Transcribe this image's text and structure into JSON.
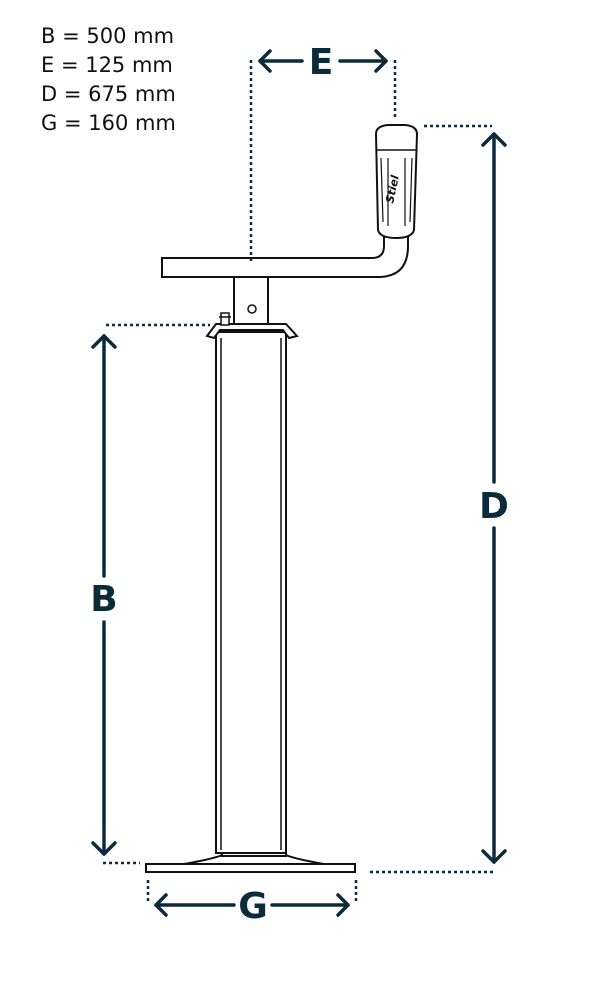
{
  "colors": {
    "dimension": "#0b2b3a",
    "outline": "#111111",
    "background": "#ffffff"
  },
  "legend": [
    {
      "key": "B",
      "value": "500",
      "unit": "mm",
      "text": "B = 500 mm"
    },
    {
      "key": "E",
      "value": "125",
      "unit": "mm",
      "text": "E = 125 mm"
    },
    {
      "key": "D",
      "value": "675",
      "unit": "mm",
      "text": "D = 675 mm"
    },
    {
      "key": "G",
      "value": "160",
      "unit": "mm",
      "text": "G = 160 mm"
    }
  ],
  "dimension_labels": {
    "b": "B",
    "d": "D",
    "e": "E",
    "g": "G"
  },
  "handle": {
    "brand": "Stiel"
  }
}
